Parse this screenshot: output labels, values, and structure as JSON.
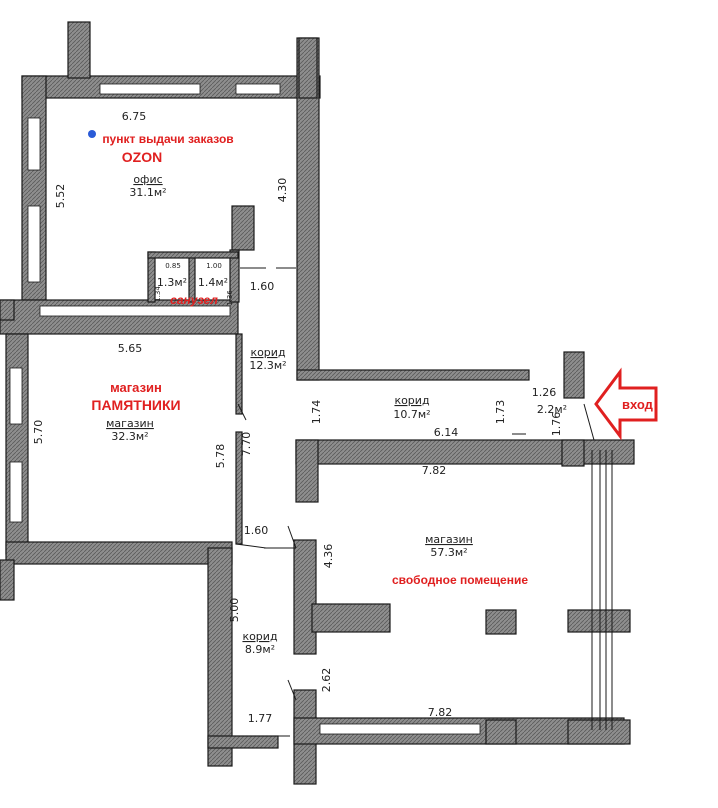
{
  "labels": {
    "ozon_line1": "пункт выдачи заказов",
    "ozon_line2": "OZON",
    "monuments_line1": "магазин",
    "monuments_line2": "ПАМЯТНИКИ",
    "free_space": "свободное помещение",
    "bathroom": "санузел",
    "entrance": "вход"
  },
  "rooms": {
    "office_name": "офис",
    "office_area": "31.1м²",
    "wc1_area": "1.3м²",
    "wc2_area": "1.4м²",
    "corr_upper_name": "корид",
    "corr_upper_area": "12.3м²",
    "corr_main_name": "корид",
    "corr_main_area": "10.7м²",
    "vest_area": "2.2м²",
    "shop_left_name": "магазин",
    "shop_left_area": "32.3м²",
    "shop_right_name": "магазин",
    "shop_right_area": "57.3м²",
    "corr_lower_name": "корид",
    "corr_lower_area": "8.9м²"
  },
  "dimensions": {
    "d675": "6.75",
    "d552": "5.52",
    "d430": "4.30",
    "d160a": "1.60",
    "d085": "0.85",
    "d100": "1.00",
    "d134": "1.34",
    "d136": "1.36",
    "d565": "5.65",
    "d570": "5.70",
    "d578": "5.78",
    "d770": "7.70",
    "d174": "1.74",
    "d173": "1.73",
    "d126": "1.26",
    "d176": "1.76",
    "d614": "6.14",
    "d782a": "7.82",
    "d160b": "1.60",
    "d436": "4.36",
    "d500": "5.00",
    "d262": "2.62",
    "d177": "1.77",
    "d782b": "7.82"
  },
  "colors": {
    "wall_fill": "#8e8e8e",
    "wall_stroke": "#1a1a1a",
    "accent_red": "#e02020",
    "marker_blue": "#2a5bd7"
  }
}
